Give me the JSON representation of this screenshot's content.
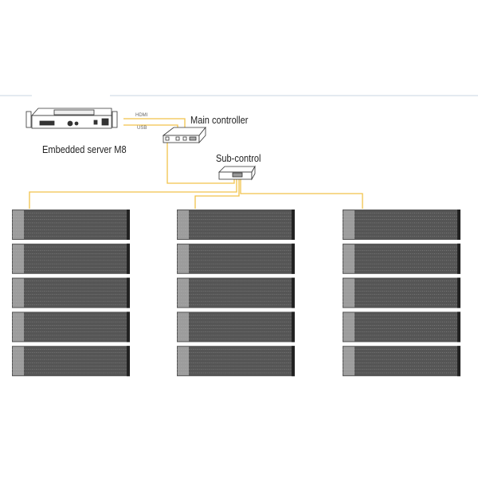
{
  "labels": {
    "server": "Embedded server M8",
    "main_controller": "Main controller",
    "sub_control": "Sub-control",
    "hdmi": "HDMI",
    "usb": "USB"
  },
  "colors": {
    "cable": "#f2c24a",
    "panel": "#555555",
    "rule": "#c8d4e0"
  },
  "panel_grid": {
    "columns": 3,
    "rows": 5
  }
}
